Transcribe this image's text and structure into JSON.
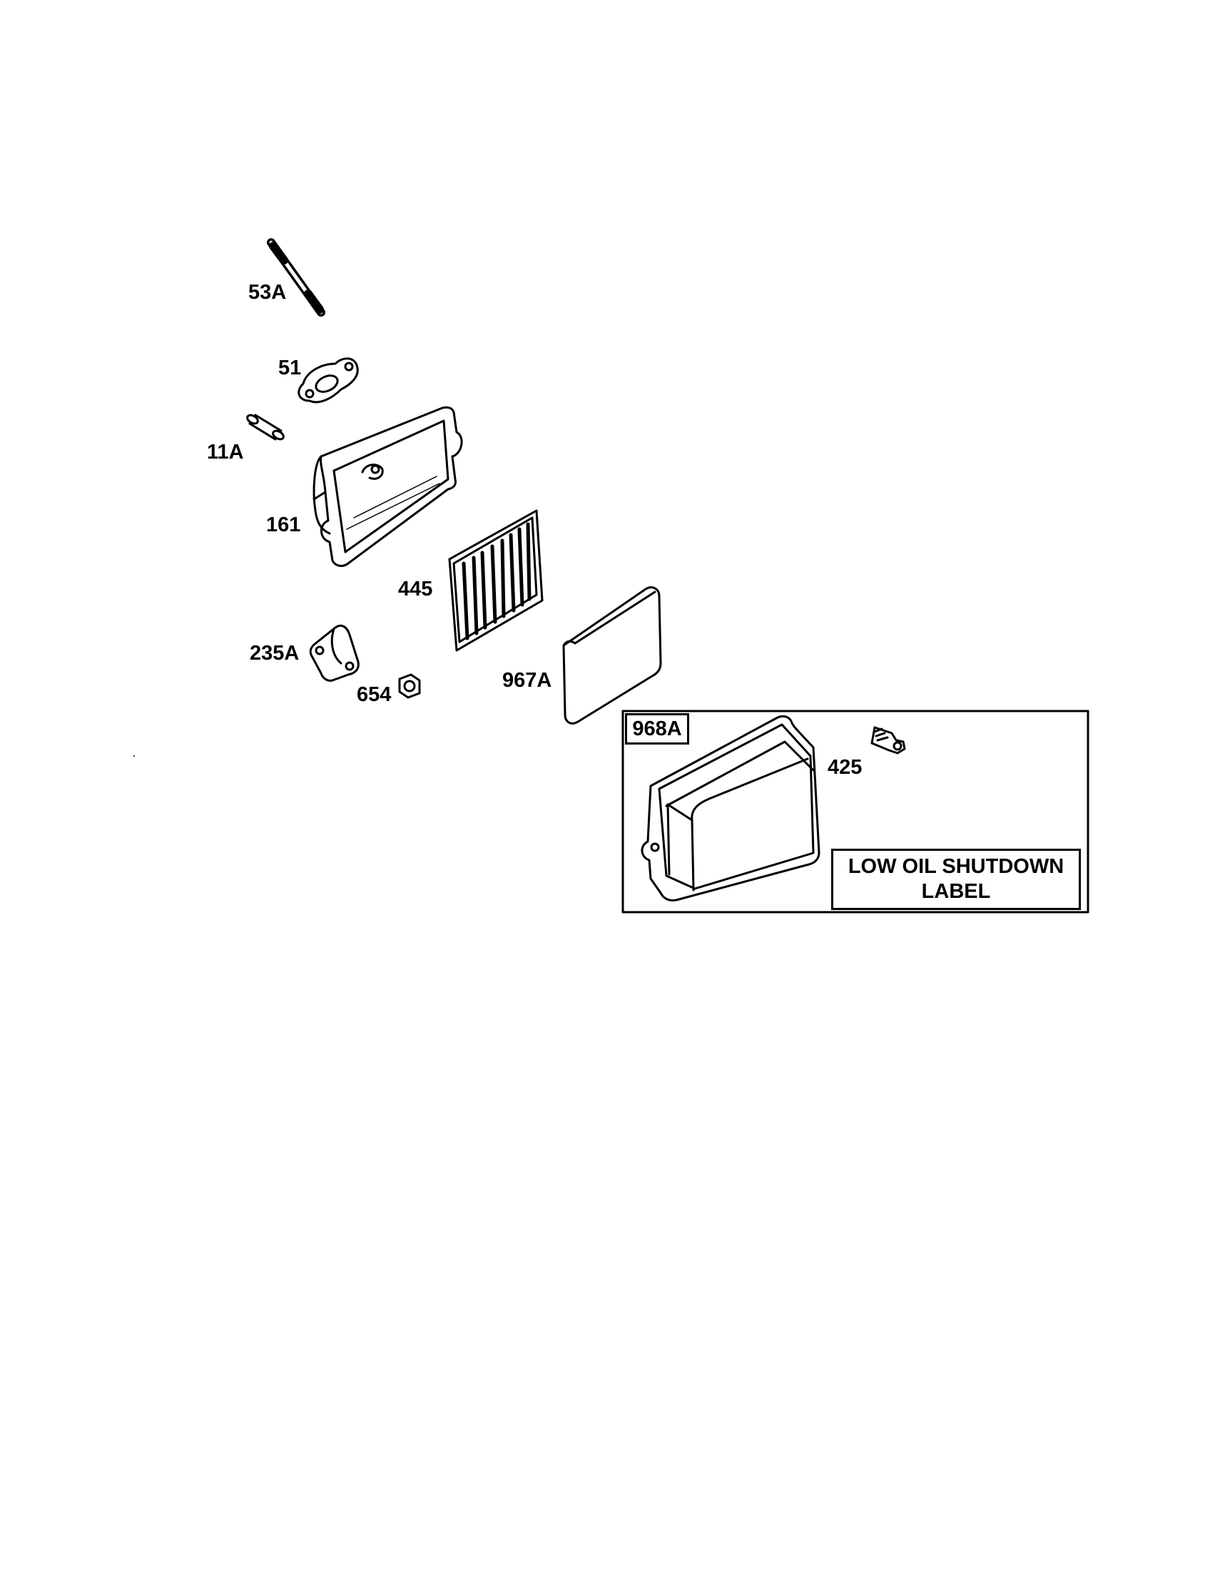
{
  "callouts": {
    "stud": "53A",
    "gasket": "51",
    "breather_tube": "11A",
    "air_cleaner_base": "161",
    "filter_cartridge": "445",
    "bracket": "235A",
    "nut": "654",
    "pre_cleaner": "967A",
    "cover_kit": "968A",
    "screw": "425"
  },
  "label_box": {
    "line1": "LOW OIL SHUTDOWN",
    "line2": "LABEL"
  },
  "colors": {
    "ink": "#000000",
    "paper": "#ffffff"
  }
}
